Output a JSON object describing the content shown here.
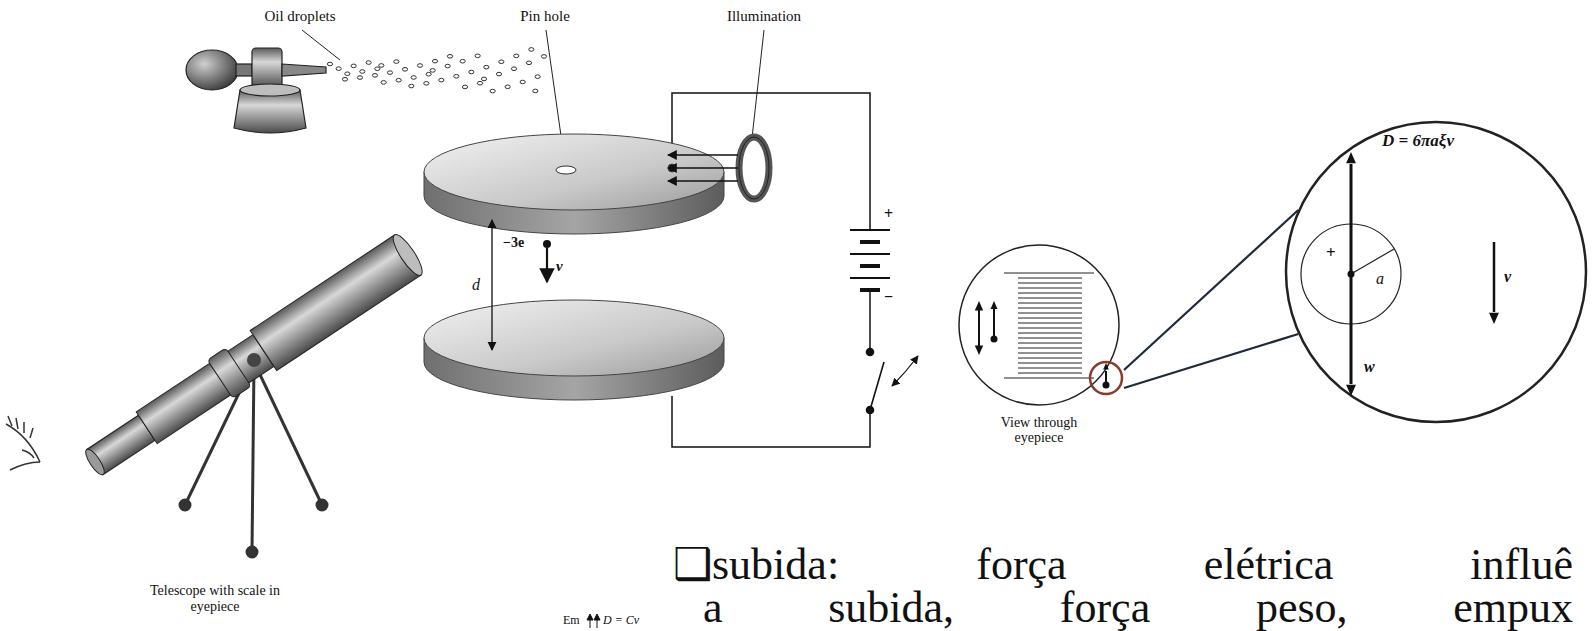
{
  "diagram": {
    "nodes": [
      {
        "text": [
          "View through eyepiece"
        ]
      },
      {
        "text": [
          "D = 6πaξv",
          "+",
          "a",
          "v",
          "w"
        ]
      }
    ],
    "edges": [
      {
        "from": 0,
        "to": 1,
        "arrow": "none"
      },
      {
        "from": 0,
        "to": 1,
        "arrow": "none"
      }
    ],
    "labels": [
      "Oil droplets",
      "Pin hole",
      "Illumination",
      "−3e",
      "v",
      "d",
      "+",
      "−",
      "Telescope with scale in eyepiece",
      "Em",
      "D = Cv",
      "❑subida: força elétrica influê",
      "a subida, força peso, empux"
    ]
  }
}
